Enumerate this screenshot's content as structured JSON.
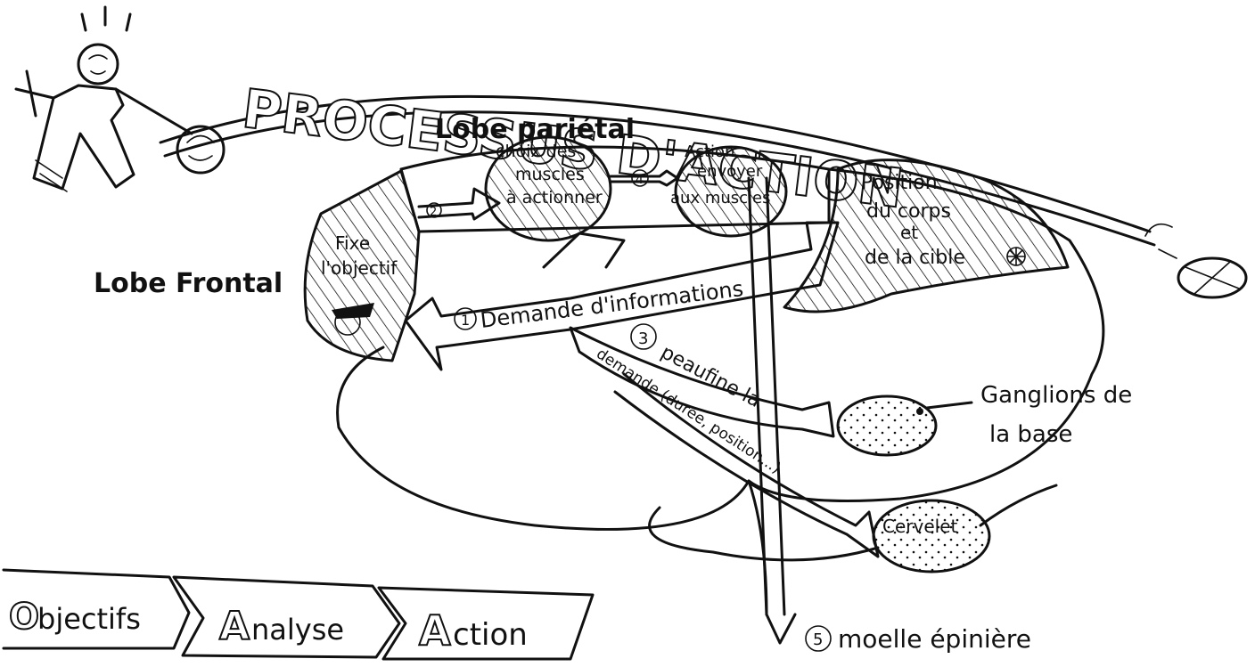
{
  "title": "PROCESSUS D'ACTION",
  "lobes": {
    "parietal": "Lobe pariétal",
    "frontal": "Lobe Frontal"
  },
  "regions": {
    "fixe_line1": "Fixe",
    "fixe_line2": "l'objectif",
    "choix_line1": "choix des",
    "choix_line2": "muscles",
    "choix_line3": "à actionner",
    "action_line1": "Action",
    "action_line2": "envoyer",
    "action_line3": "aux muscles",
    "position_line1": "Position",
    "position_line2": "du corps",
    "position_line3": "et",
    "position_line4": "de la cible",
    "ganglions_line1": "Ganglions de",
    "ganglions_line2": "la base",
    "cervelet": "Cervelet",
    "moelle": "moelle épinière"
  },
  "arrows": {
    "step1": "Demande d'informations",
    "step1_num": "1",
    "step2_num": "2",
    "step3_line1": "peaufine la",
    "step3_line2": "demande (durée, position...)",
    "step3_num": "3",
    "step4_num": "4",
    "step5_num": "5"
  },
  "nav": {
    "step1_initial": "O",
    "step1_rest": "bjectifs",
    "step2_initial": "A",
    "step2_rest": "nalyse",
    "step3_initial": "A",
    "step3_rest": "ction"
  }
}
